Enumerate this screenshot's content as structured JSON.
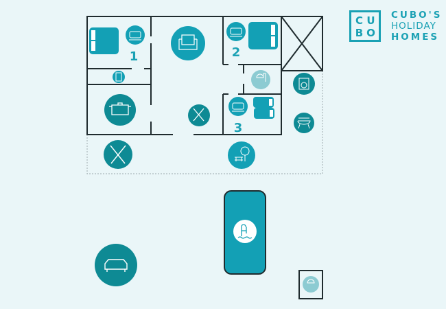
{
  "logo": {
    "letters": [
      "C",
      "U",
      "B",
      "O"
    ],
    "line1": "CUBO'S",
    "line2": "HOLIDAY",
    "line3": "HOMES"
  },
  "rooms": {
    "bedroom_1": "1",
    "bedroom_2": "2",
    "bedroom_3": "3"
  },
  "icons": [
    "bed-icon",
    "sofa-icon",
    "fridge-icon",
    "cooking-pot-icon",
    "cutlery-icon",
    "shower-icon",
    "washing-machine-icon",
    "barbecue-icon",
    "garden-icon",
    "pool-icon",
    "car-icon",
    "outdoor-shower-icon"
  ],
  "colors": {
    "background": "#eaf6f8",
    "teal": "#13a0b5",
    "dark_teal": "#0e8a94",
    "wall": "#1f2b2e",
    "shower": "#8ccbd2"
  }
}
